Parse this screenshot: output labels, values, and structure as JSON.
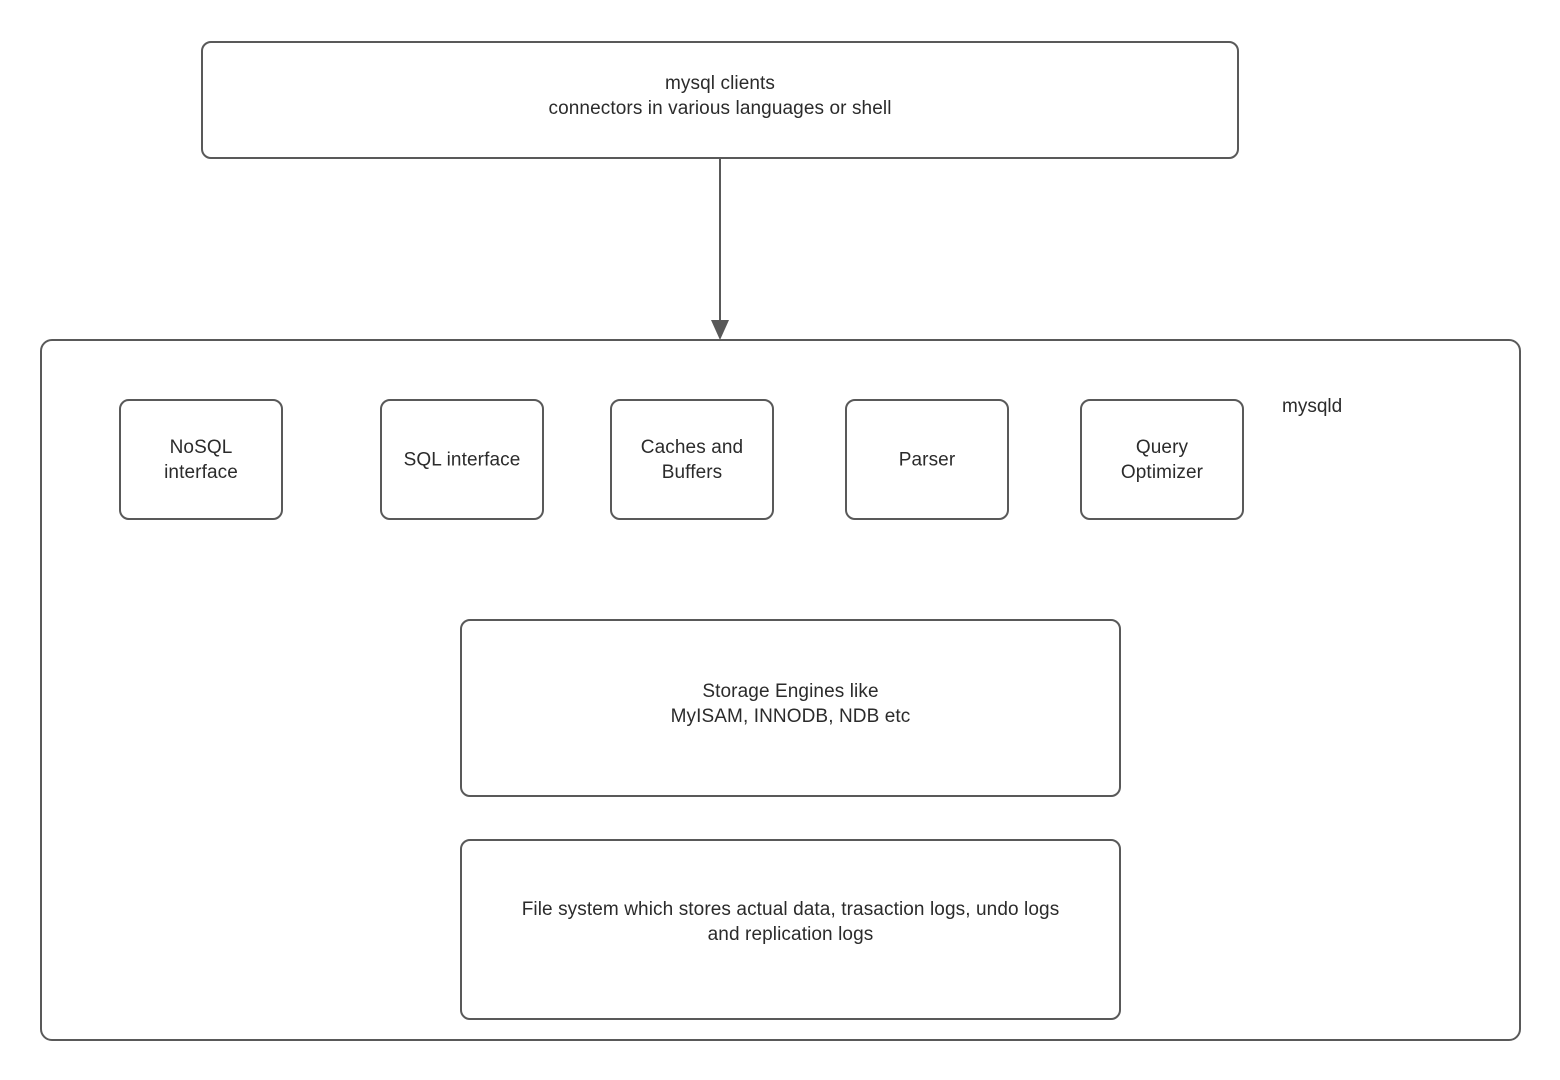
{
  "diagram": {
    "title": "mysqld",
    "stroke_color": "#595959",
    "text_color": "#2b2b2b",
    "background_color": "#ffffff"
  },
  "clients": {
    "label": "mysql clients\nconnectors in various languages or shell"
  },
  "server": {
    "name_label": "mysqld",
    "components": [
      {
        "id": "nosql",
        "label": "NoSQL\ninterface"
      },
      {
        "id": "sql",
        "label": "SQL interface"
      },
      {
        "id": "caches",
        "label": "Caches and\nBuffers"
      },
      {
        "id": "parser",
        "label": "Parser"
      },
      {
        "id": "optimizer",
        "label": "Query\nOptimizer"
      }
    ],
    "storage": {
      "label": "Storage Engines like\nMyISAM, INNODB, NDB etc"
    },
    "filesystem": {
      "label": "File system which stores actual data, trasaction logs, undo logs\nand replication logs"
    }
  },
  "connector": {
    "from": "clients",
    "to": "mysqld",
    "style": "solid-arrow-down"
  }
}
